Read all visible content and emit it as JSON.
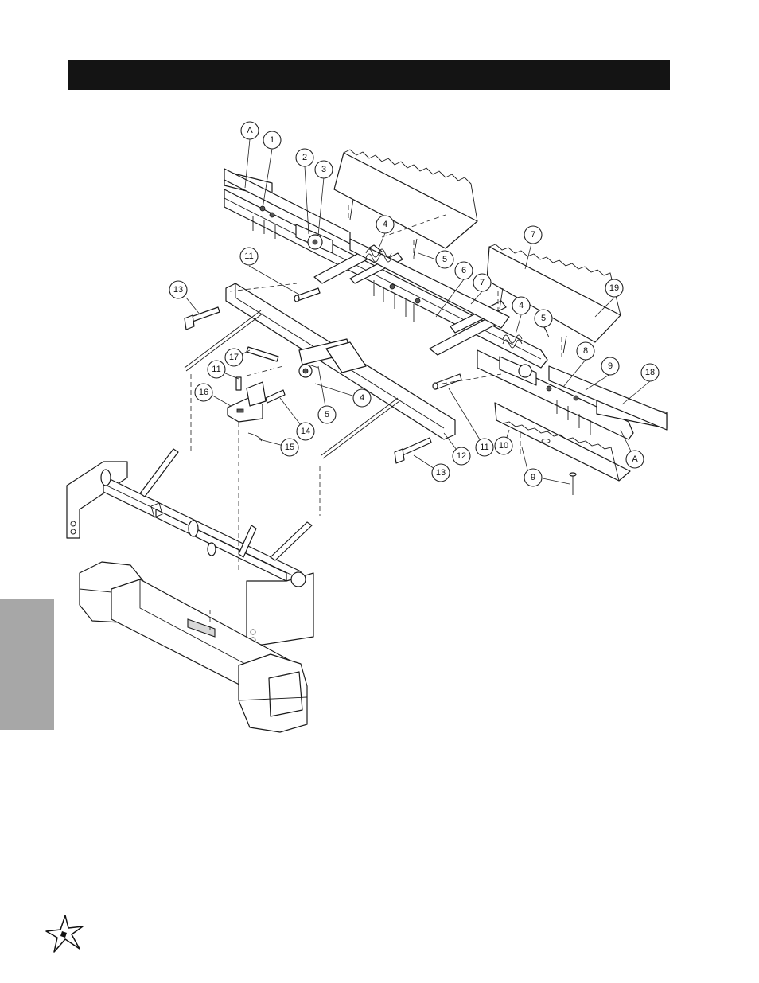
{
  "header": {
    "title": ""
  },
  "side_tab": {
    "label": ""
  },
  "callouts": [
    {
      "label": "A"
    },
    {
      "label": "1"
    },
    {
      "label": "2"
    },
    {
      "label": "3"
    },
    {
      "label": "4"
    },
    {
      "label": "5"
    },
    {
      "label": "6"
    },
    {
      "label": "7"
    },
    {
      "label": "7"
    },
    {
      "label": "11"
    },
    {
      "label": "13"
    },
    {
      "label": "19"
    },
    {
      "label": "4"
    },
    {
      "label": "5"
    },
    {
      "label": "8"
    },
    {
      "label": "9"
    },
    {
      "label": "18"
    },
    {
      "label": "17"
    },
    {
      "label": "11"
    },
    {
      "label": "16"
    },
    {
      "label": "4"
    },
    {
      "label": "5"
    },
    {
      "label": "14"
    },
    {
      "label": "15"
    },
    {
      "label": "12"
    },
    {
      "label": "11"
    },
    {
      "label": "10"
    },
    {
      "label": "A"
    },
    {
      "label": "13"
    },
    {
      "label": "9"
    }
  ],
  "logo": {
    "icon": "star-logo-icon"
  }
}
